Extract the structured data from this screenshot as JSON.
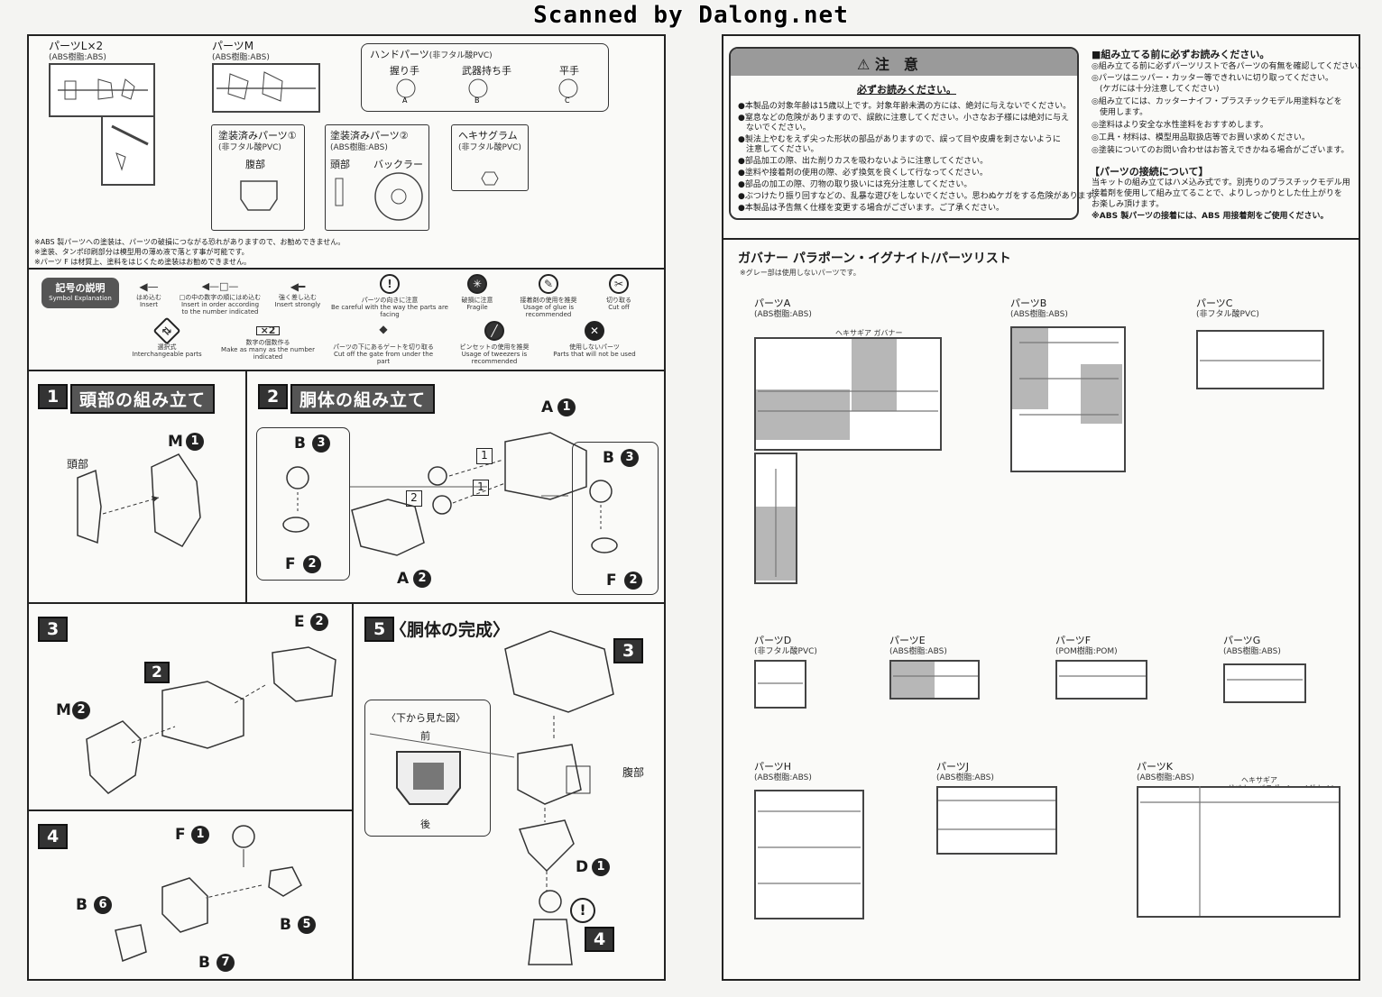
{
  "scan_header": "Scanned by Dalong.net",
  "left": {
    "parts_box": {
      "partsL": {
        "title": "パーツL×2",
        "sub": "(ABS樹脂:ABS)"
      },
      "partsM": {
        "title": "パーツM",
        "sub": "(ABS樹脂:ABS)"
      },
      "hand": {
        "title": "ハンドパーツ",
        "sub": "(非フタル酸PVC)",
        "grip": "握り手",
        "weapon": "武器持ち手",
        "flat": "平手"
      },
      "painted1": {
        "title": "塗装済みパーツ①",
        "sub": "(非フタル酸PVC)",
        "item": "腹部"
      },
      "painted2": {
        "title": "塗装済みパーツ②",
        "sub": "(ABS樹脂:ABS)",
        "head": "頭部",
        "buckler": "バックラー"
      },
      "hexagram": {
        "title": "ヘキサグラム",
        "sub": "(非フタル酸PVC)"
      },
      "notes": [
        "※ABS 製パーツへの塗装は、パーツの破損につながる恐れがありますので、お勧めできません。",
        "※塗装、タンポ印刷部分は模型用の薄め液で落とす事が可能です。",
        "※パーツ F は材質上、塗料をはじくため塗装はお勧めできません。"
      ]
    },
    "symbols": {
      "title": "記号の説明",
      "title_en": "Symbol Explanation",
      "items": [
        {
          "jp": "はめ込む",
          "en": "Insert"
        },
        {
          "jp": "□の中の数字の順にはめ込む",
          "en": "Insert in order according to the number indicated"
        },
        {
          "jp": "強く差し込む",
          "en": "Insert strongly"
        },
        {
          "jp": "パーツの向きに注意",
          "en": "Be careful with the way the parts are facing"
        },
        {
          "jp": "破損に注意",
          "en": "Fragile"
        },
        {
          "jp": "接着剤の使用を推奨",
          "en": "Usage of glue is recommended"
        },
        {
          "jp": "切り取る",
          "en": "Cut off"
        },
        {
          "jp": "選択式",
          "en": "Interchangeable parts"
        },
        {
          "jp": "数字の個数作る",
          "en": "Make as many as the number indicated"
        },
        {
          "jp": "パーツの下にあるゲートを切り取る",
          "en": "Cut off the gate from under the part"
        },
        {
          "jp": "ピンセットの使用を推奨",
          "en": "Usage of tweezers is recommended"
        },
        {
          "jp": "使用しないパーツ",
          "en": "Parts that will not be used"
        }
      ],
      "x2": "×2"
    },
    "step1": {
      "num": "1",
      "title": "頭部の組み立て",
      "part_head": "頭部",
      "part_m": "M",
      "m_num": "1"
    },
    "step2": {
      "num": "2",
      "title": "胴体の組み立て",
      "b": "B",
      "b_num": "3",
      "f": "F",
      "f_num": "2",
      "a": "A",
      "a1": "1",
      "a2": "2",
      "seq1": "1",
      "seq2": "2"
    },
    "step3": {
      "num": "3",
      "e": "E",
      "e_num": "2",
      "m": "M",
      "m_num": "2",
      "ref2": "2"
    },
    "step4": {
      "num": "4",
      "f": "F",
      "f_num": "1",
      "b": "B",
      "b6": "6",
      "b5": "5",
      "b7": "7"
    },
    "step5": {
      "num": "5",
      "title": "〈胴体の完成〉",
      "view": "〈下から見た図〉",
      "front": "前",
      "back": "後",
      "abdomen": "腹部",
      "d": "D",
      "d_num": "1",
      "ref3": "3",
      "ref4": "4"
    }
  },
  "right": {
    "caution": {
      "title": "注　意",
      "must_read": "必ずお読みください。",
      "items": [
        "●本製品の対象年齢は15歳以上です。対象年齢未満の方には、絶対に与えないでください。",
        "●窒息などの危険がありますので、誤飲に注意してください。小さなお子様には絶対に与え",
        "　ないでください。",
        "●製法上やむをえず尖った形状の部品がありますので、誤って目や皮膚を刺さないように",
        "　注意してください。",
        "●部品加工の際、出た削りカスを吸わないように注意してください。",
        "●塗料や接着剤の使用の際、必ず換気を良くして行なってください。",
        "●部品の加工の際、刃物の取り扱いには充分注意してください。",
        "●ぶつけたり振り回すなどの、乱暴な遊びをしないでください。思わぬケガをする危険があります。",
        "●本製品は予告無く仕様を変更する場合がございます。ご了承ください。"
      ]
    },
    "before": {
      "title": "■組み立てる前に必ずお読みください。",
      "items": [
        "◎組み立てる前に必ずパーツリストで各パーツの有無を確認してください。",
        "◎パーツはニッパー・カッター等できれいに切り取ってください。",
        "　(ケガには十分注意してください)",
        "◎組み立てには、カッターナイフ・プラスチックモデル用塗料などを",
        "　使用します。",
        "◎塗料はより安全な水性塗料をおすすめします。",
        "◎工具・材料は、模型用品取扱店等でお買い求めください。",
        "◎塗装についてのお問い合わせはお答えできかねる場合がございます。"
      ],
      "connect_title": "【パーツの接続について】",
      "connect": [
        "当キットの組み立てはハメ込み式です。別売りのプラスチックモデル用",
        "接着剤を使用して組み立てることで、よりしっかりとした仕上がりを",
        "お楽しみ頂けます。",
        "※ABS 製パーツの接着には、ABS 用接着剤をご使用ください。"
      ]
    },
    "partslist": {
      "title": "ガバナー パラポーン・イグナイト/パーツリスト",
      "note": "※グレー部は使用しないパーツです。",
      "A": {
        "title": "パーツA",
        "sub": "(ABS樹脂:ABS)",
        "label": "ヘキサギア ガバナー"
      },
      "B": {
        "title": "パーツB",
        "sub": "(ABS樹脂:ABS)"
      },
      "C": {
        "title": "パーツC",
        "sub": "(非フタル酸PVC)"
      },
      "D": {
        "title": "パーツD",
        "sub": "(非フタル酸PVC)"
      },
      "E": {
        "title": "パーツE",
        "sub": "(ABS樹脂:ABS)"
      },
      "F": {
        "title": "パーツF",
        "sub": "(POM樹脂:POM)"
      },
      "G": {
        "title": "パーツG",
        "sub": "(ABS樹脂:ABS)"
      },
      "H": {
        "title": "パーツH",
        "sub": "(ABS樹脂:ABS)"
      },
      "J": {
        "title": "パーツJ",
        "sub": "(ABS樹脂:ABS)"
      },
      "K": {
        "title": "パーツK",
        "sub": "(ABS樹脂:ABS)",
        "label1": "ヘキサギア",
        "label2": "ガバナー パラポーン・イグナイト"
      }
    }
  }
}
